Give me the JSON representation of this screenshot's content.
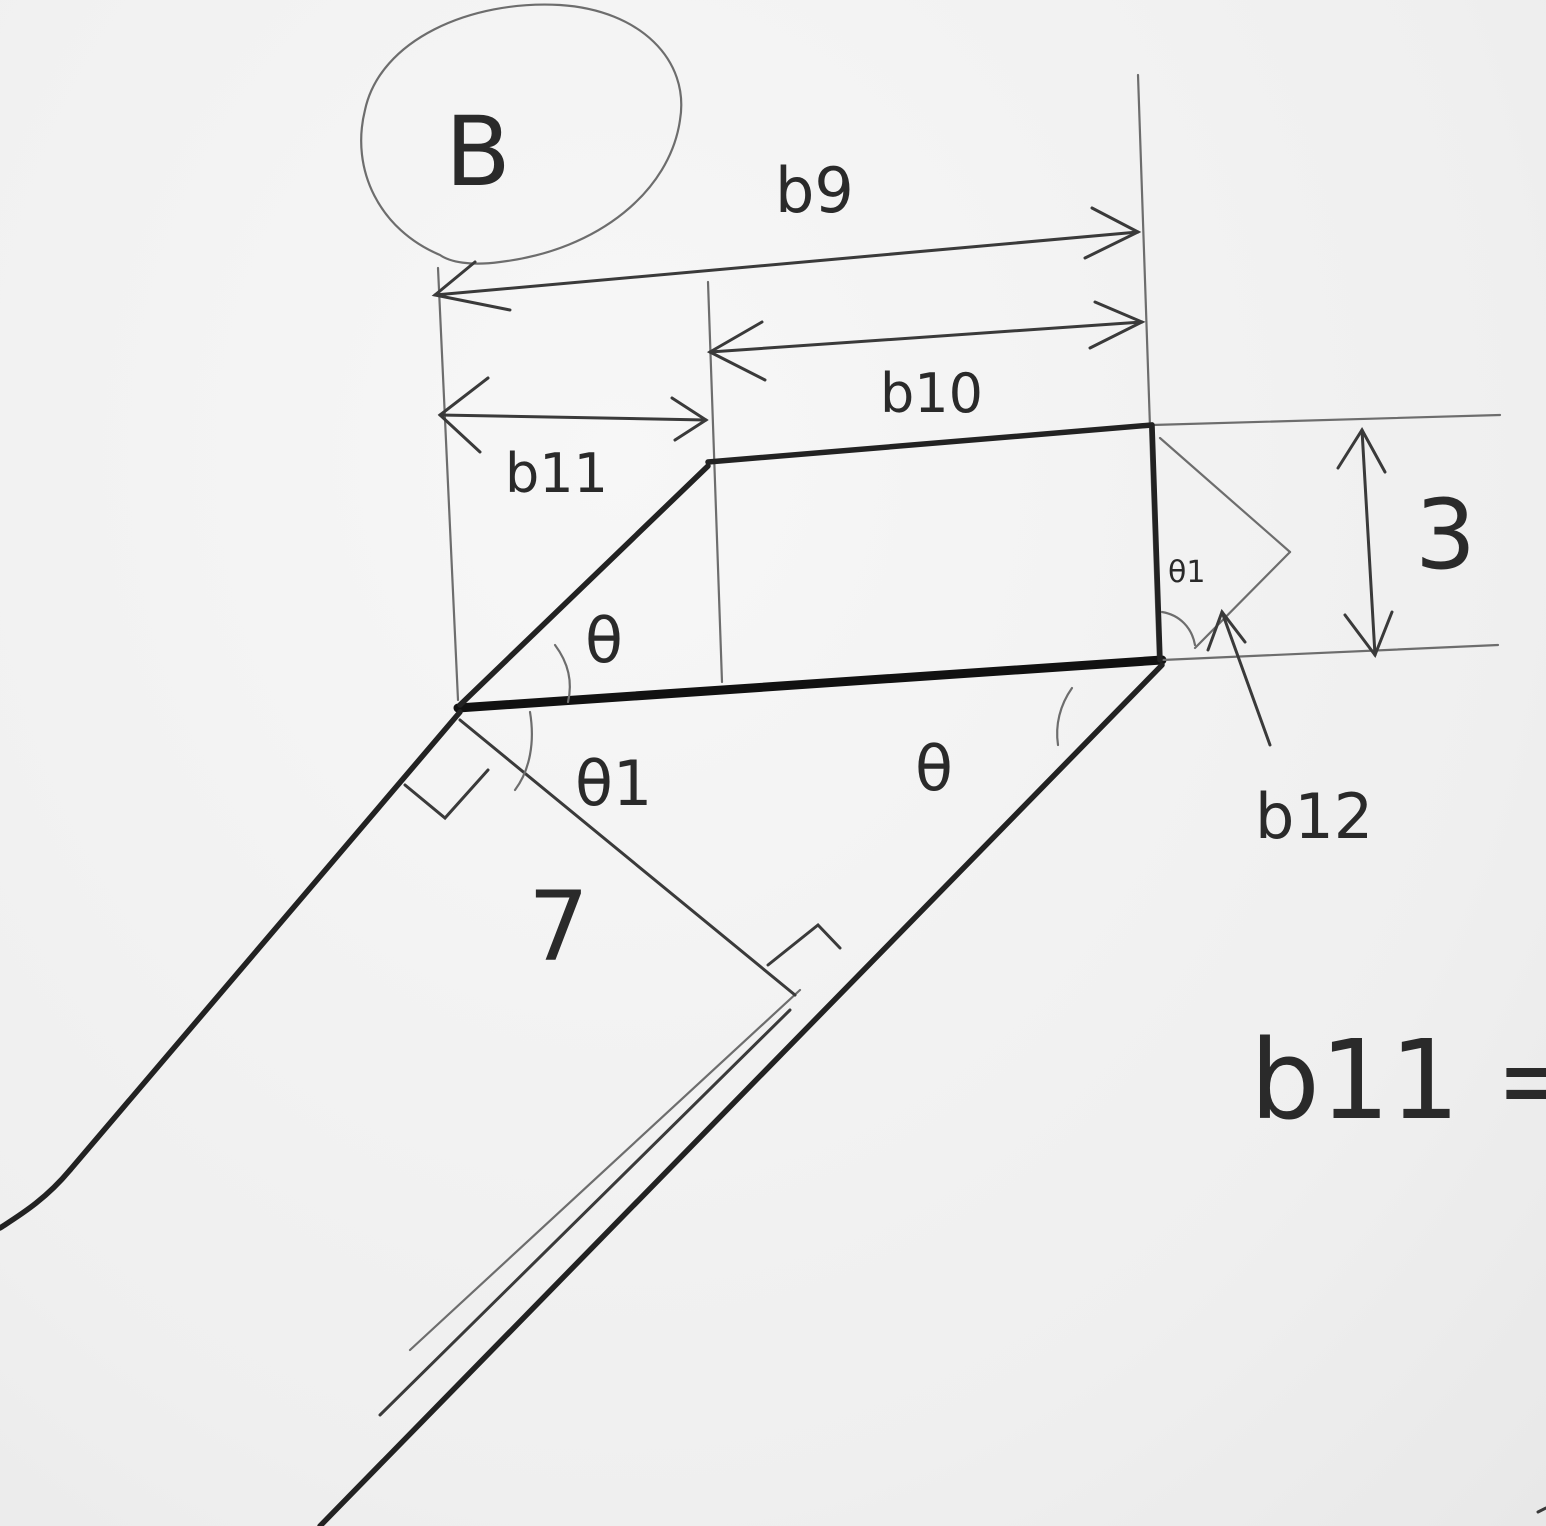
{
  "diagram": {
    "circled_label": "B",
    "dimensions": {
      "b9": "b9",
      "b10": "b10",
      "b11": "b11",
      "b12": "b12",
      "height": "3",
      "perpendicular": "7"
    },
    "angles": {
      "theta_upper": "θ",
      "theta_lower_right": "θ",
      "theta1_lower_left": "θ1",
      "theta1_right": "θ1"
    },
    "equation_fragment": "b11 ="
  }
}
